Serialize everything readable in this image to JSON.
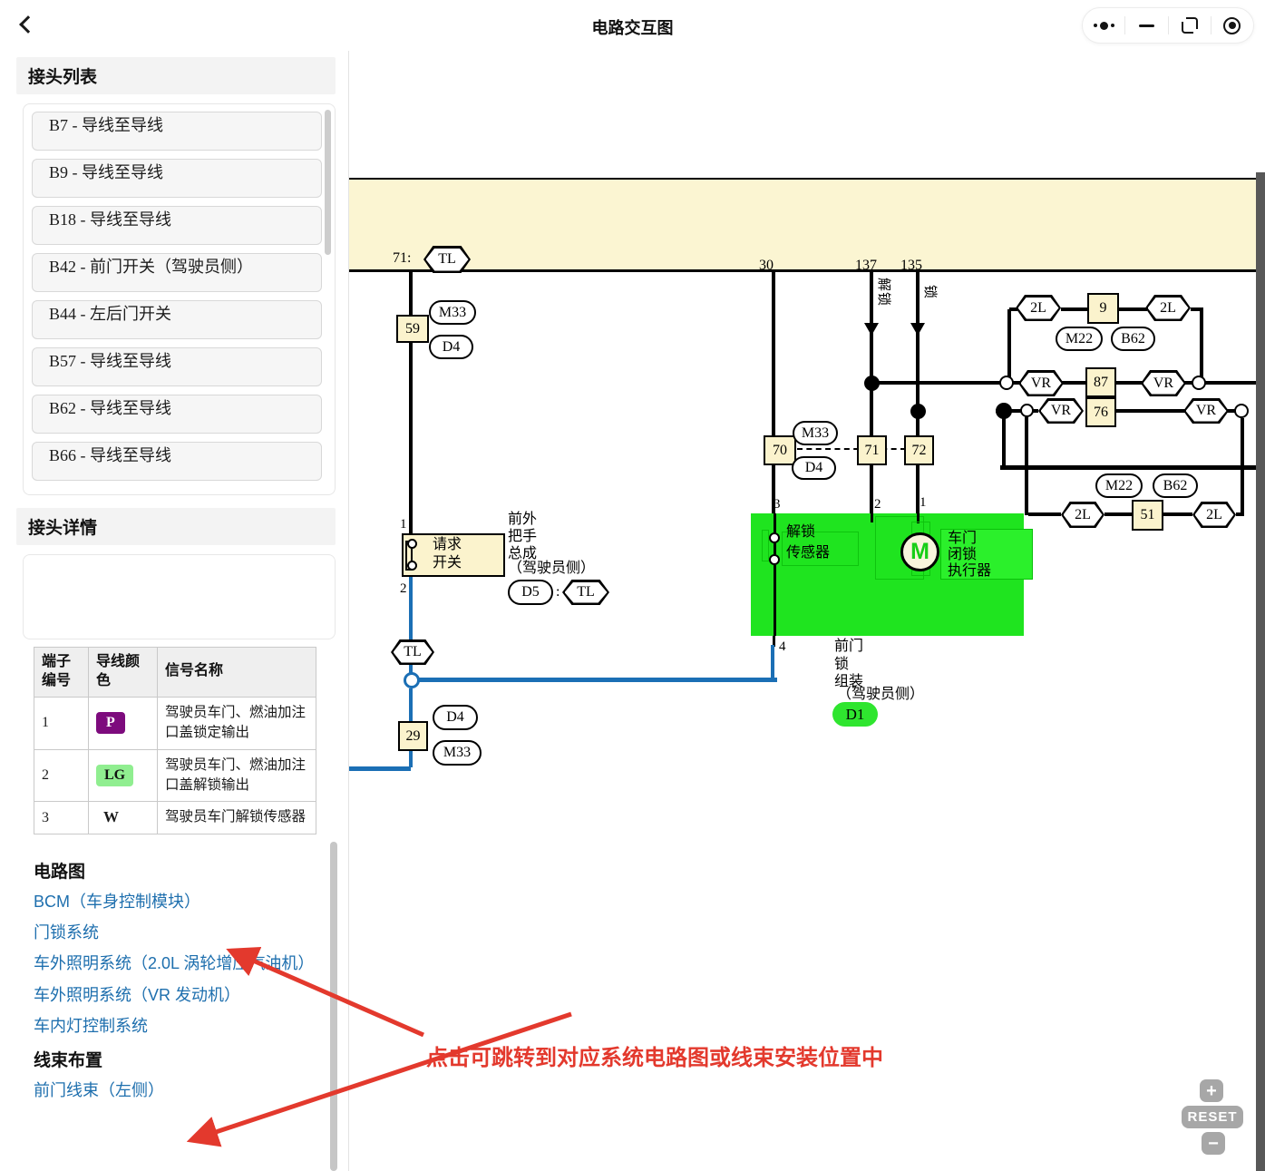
{
  "topbar": {
    "title": "电路交互图"
  },
  "sidebar": {
    "connector_list": {
      "header": "接头列表",
      "items": [
        "B7 - 导线至导线",
        "B9 - 导线至导线",
        "B18 - 导线至导线",
        "B42 - 前门开关（驾驶员侧）",
        "B44 - 左后门开关",
        "B57 - 导线至导线",
        "B62 - 导线至导线",
        "B66 - 导线至导线"
      ]
    },
    "connector_detail": {
      "header": "接头详情"
    },
    "pin_table": {
      "headers": [
        "端子编号",
        "导线颜色",
        "信号名称"
      ],
      "rows": [
        {
          "terminal": "1",
          "wire_color": "P",
          "wire_color_hex": "#7D0B7D",
          "signal": "驾驶员车门、燃油加注口盖锁定输出"
        },
        {
          "terminal": "2",
          "wire_color": "LG",
          "wire_color_hex": "#90EE90",
          "signal": "驾驶员车门、燃油加注口盖解锁输出"
        },
        {
          "terminal": "3",
          "wire_color": "W",
          "wire_color_hex": "#FFFFFF",
          "signal": "驾驶员车门解锁传感器"
        }
      ]
    },
    "circuit_diagrams": {
      "header": "电路图",
      "links": [
        "BCM（车身控制模块）",
        "门锁系统",
        "车外照明系统（2.0L 涡轮增压汽油机）",
        "车外照明系统（VR 发动机）",
        "车内灯控制系统"
      ]
    },
    "harness_layout": {
      "header": "线束布置",
      "links": [
        "前门线束（左侧）"
      ]
    }
  },
  "diagram": {
    "bus_pin": "71:",
    "hex_tl": "TL",
    "conn_59": "59",
    "conn_29": "29",
    "conn_70": "70",
    "conn_71": "71",
    "conn_72": "72",
    "conn_9": "9",
    "conn_87": "87",
    "conn_76": "76",
    "conn_51": "51",
    "ref_m33": "M33",
    "ref_d4": "D4",
    "ref_d5": "D5",
    "ref_d1": "D1",
    "ref_m22": "M22",
    "ref_b62": "B62",
    "hex_2l": "2L",
    "hex_vr": "VR",
    "pin_30": "30",
    "pin_137": "137",
    "pin_135": "135",
    "dir_unlock": "解锁",
    "dir_lock": "锁",
    "pin_1": "1",
    "pin_2": "2",
    "pin_3": "3",
    "pin_4": "4",
    "colon": ":",
    "request_switch": [
      "请求",
      "开关"
    ],
    "handle_assy": [
      "前外",
      "把手",
      "总成",
      "（驾驶员侧）"
    ],
    "unlock_sensor": [
      "解锁",
      "传感器"
    ],
    "motor": "M",
    "lock_actuator": [
      "车门",
      "闭锁",
      "执行器"
    ],
    "door_lock_assy": [
      "前门",
      "锁",
      "组装",
      "（驾驶员侧）"
    ],
    "annotation": "点击可跳转到对应系统电路图或线束安装位置中",
    "controls": {
      "zoom_in": "+",
      "reset": "RESET",
      "zoom_out": "−"
    }
  },
  "colors": {
    "wire_blue": "#1B6FB5",
    "highlight_green": "#1FE41F",
    "link_blue": "#1E6FAE",
    "annotation_red": "#E3392D",
    "connector_fill": "#FBF3CD",
    "badge_p": "#7D0B7D",
    "badge_lg": "#90EE90"
  }
}
